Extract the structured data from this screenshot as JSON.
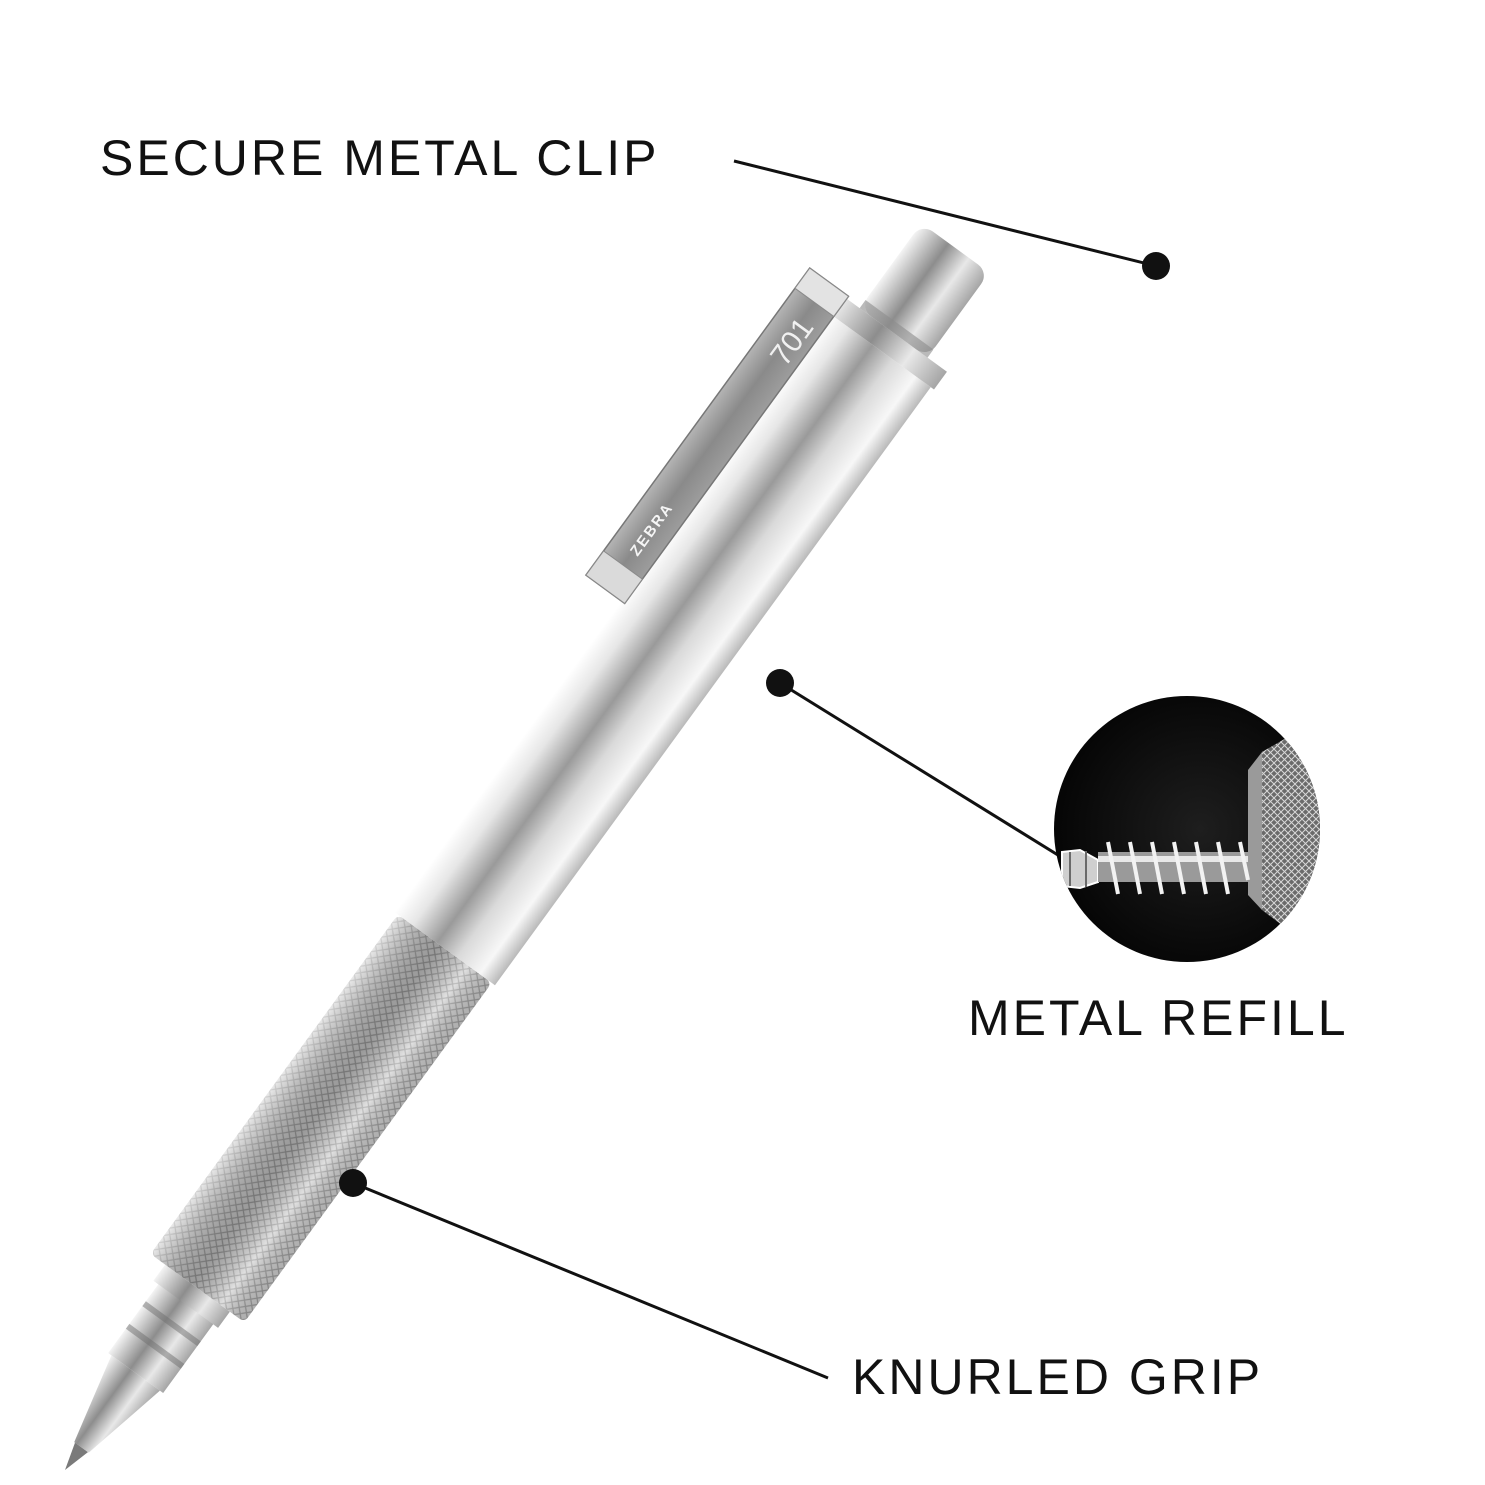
{
  "callouts": {
    "clip": "SECURE METAL CLIP",
    "refill": "METAL REFILL",
    "grip": "KNURLED GRIP"
  },
  "pen": {
    "brand_text": "ZEBRA",
    "model_text": "701"
  },
  "colors": {
    "background": "#ffffff",
    "text": "#111111",
    "pen_body": "#cfcfcf",
    "clip_plate": "#8f8f8f",
    "inset_background": "#0a0a0a"
  }
}
